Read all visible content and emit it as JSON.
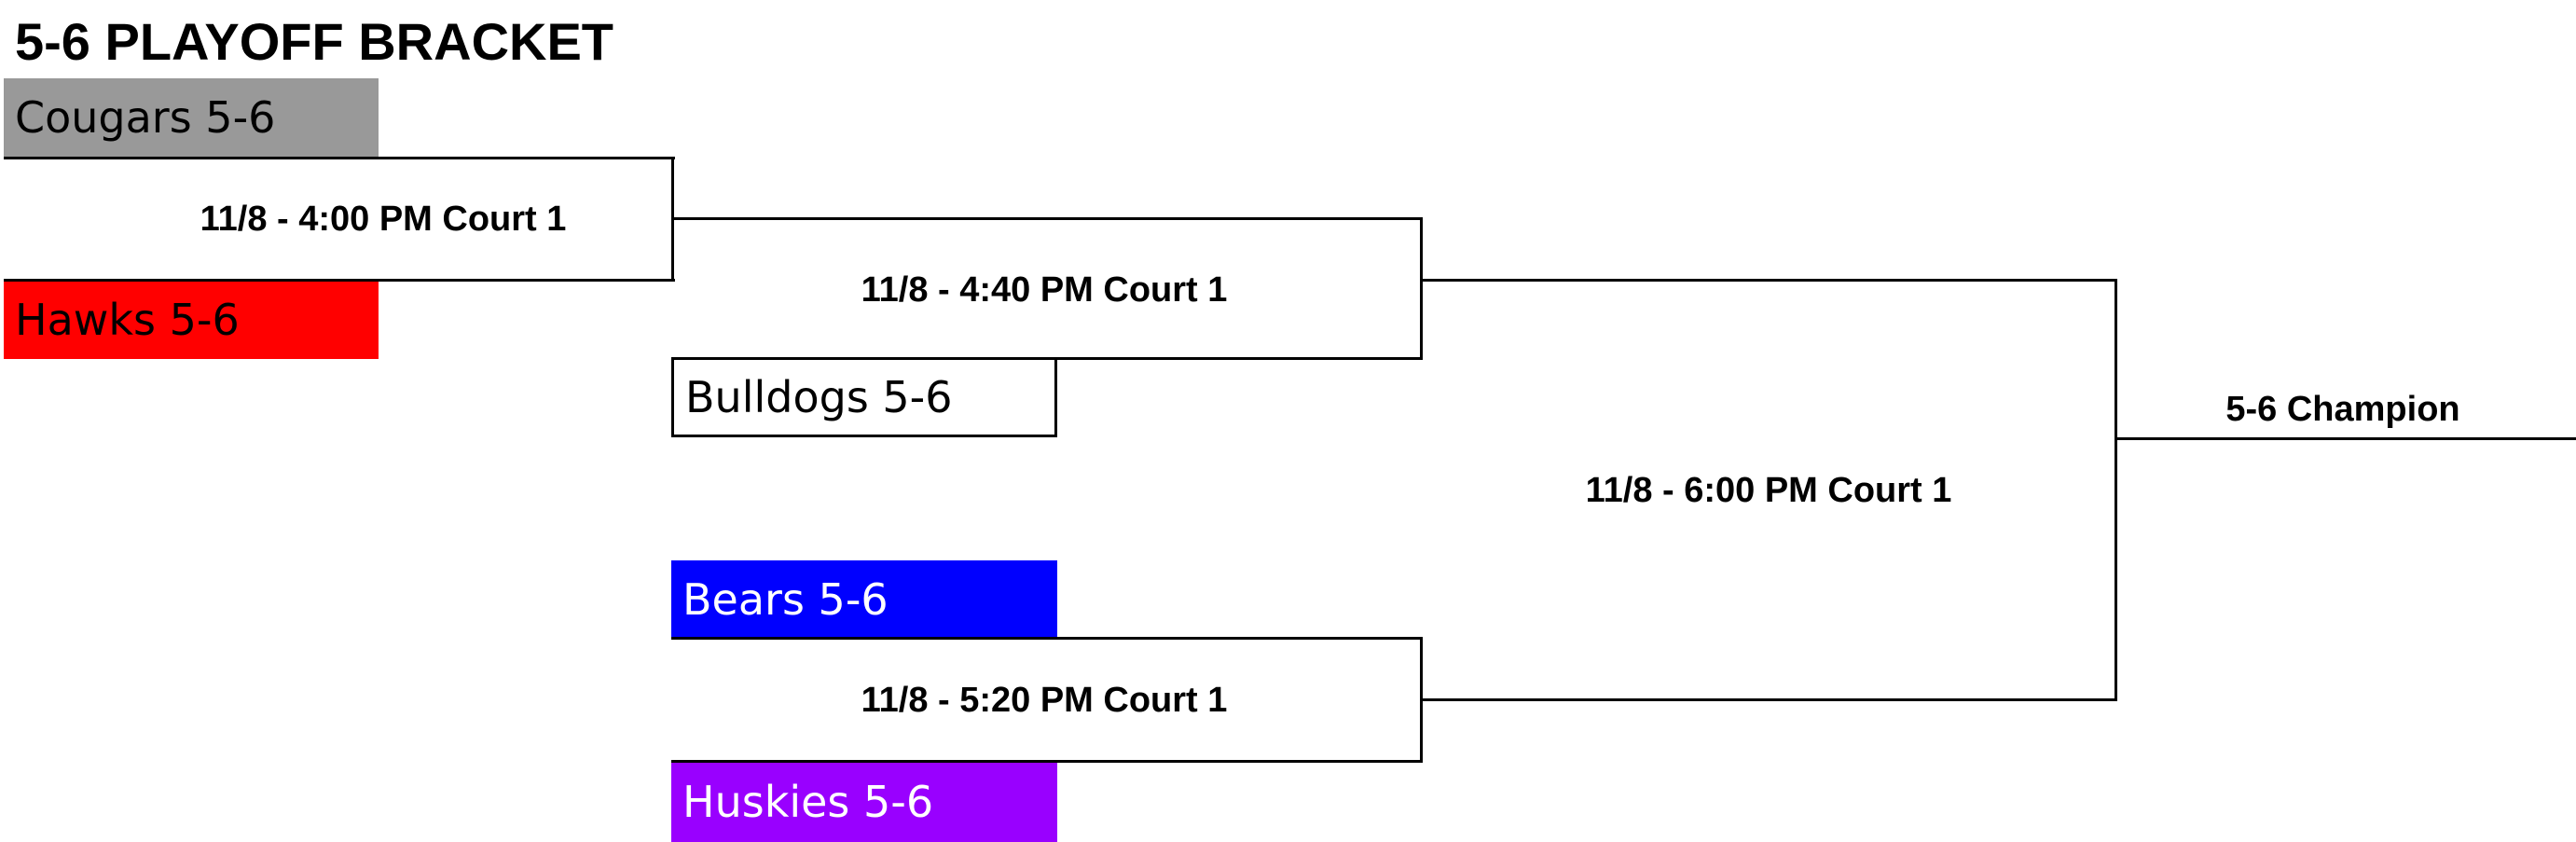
{
  "title": "5-6 PLAYOFF BRACKET",
  "teams": [
    {
      "name": "Cougars 5-6",
      "fill": "#999999",
      "text_color": "#000000"
    },
    {
      "name": "Hawks 5-6",
      "fill": "#ff0000",
      "text_color": "#000000"
    },
    {
      "name": "Bulldogs 5-6",
      "fill": "#ffffff",
      "text_color": "#000000"
    },
    {
      "name": "Bears 5-6",
      "fill": "#0000ff",
      "text_color": "#ffffff"
    },
    {
      "name": "Huskies 5-6",
      "fill": "#9900ff",
      "text_color": "#ffffff"
    }
  ],
  "games": [
    {
      "label": "11/8 - 4:00 PM Court 1"
    },
    {
      "label": "11/8 - 4:40 PM Court 1"
    },
    {
      "label": "11/8 - 5:20 PM Court 1"
    },
    {
      "label": "11/8 - 6:00 PM Court 1"
    }
  ],
  "champion_label": "5-6 Champion"
}
